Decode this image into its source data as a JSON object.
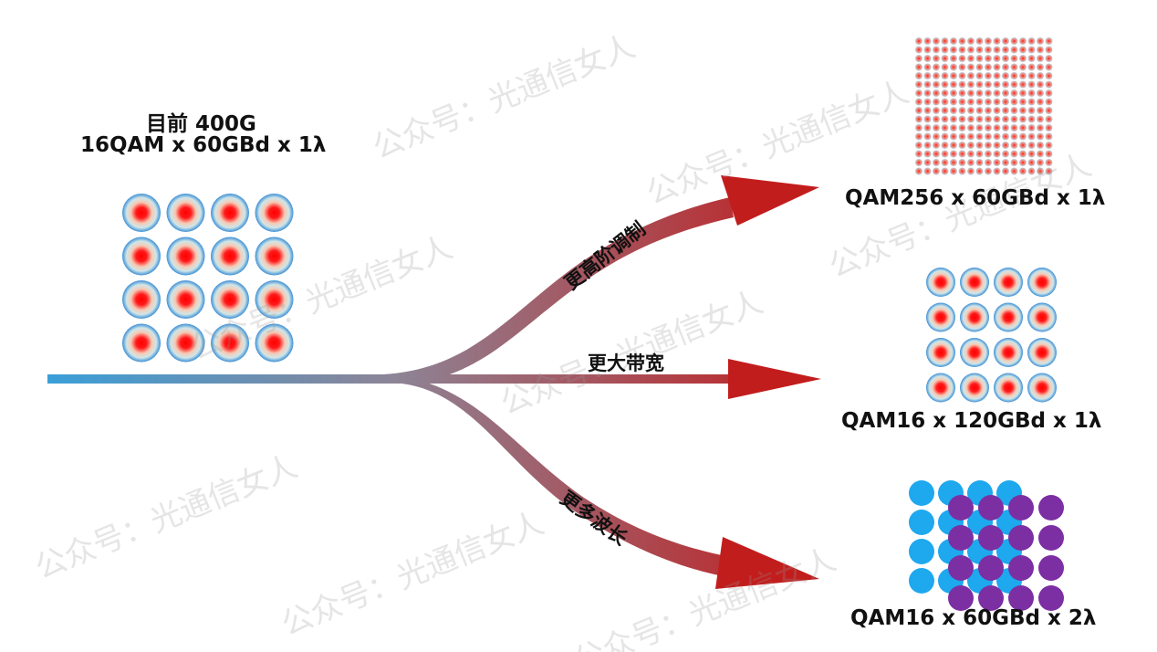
{
  "source": {
    "title_line1": "目前 400G",
    "title_line2": "16QAM x 60GBd x 1λ"
  },
  "branches": [
    {
      "label": "更高阶调制",
      "result": "QAM256 x 60GBd x 1λ"
    },
    {
      "label": "更大带宽",
      "result": "QAM16 x 120GBd x 1λ"
    },
    {
      "label": "更多波长",
      "result": "QAM16 x 60GBd x 2λ"
    }
  ],
  "watermark": "公众号：光通信女人",
  "colors": {
    "fiber_start": "#3a9fd8",
    "arrow": "#c21d1d",
    "symbol_center": "#ff0000",
    "symbol_edge": "#3d8fd6",
    "lambda1": "#1ea8ee",
    "lambda2": "#7b2fa3"
  }
}
